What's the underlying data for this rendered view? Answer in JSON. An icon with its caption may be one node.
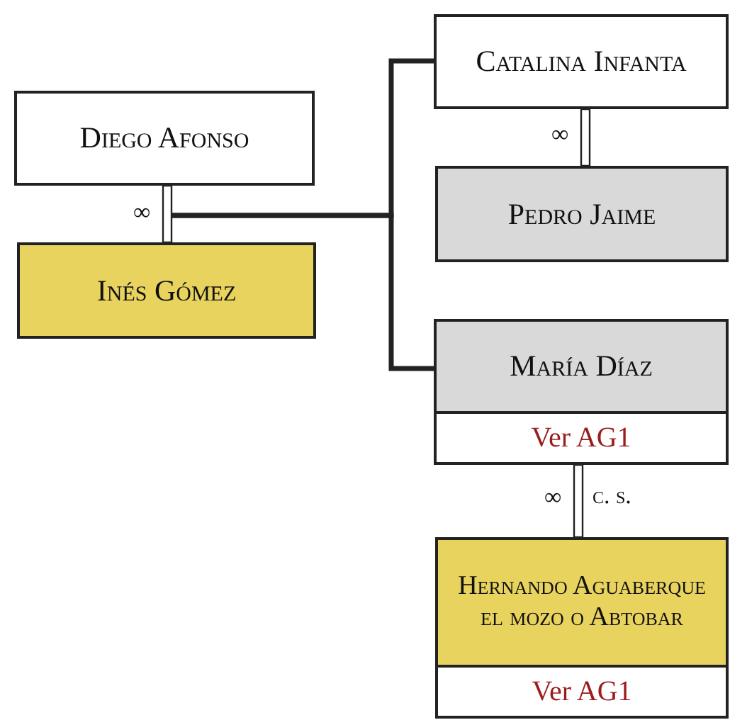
{
  "diagram": {
    "nodes": [
      {
        "text": [
          "Diego Afonso"
        ]
      },
      {
        "text": [
          "Inés Gómez"
        ]
      },
      {
        "text": [
          "Catalina Infanta"
        ]
      },
      {
        "text": [
          "Pedro Jaime"
        ]
      },
      {
        "text": [
          "María Díaz",
          "Ver AG1"
        ]
      },
      {
        "text": [
          "Hernando Aguaberque el mozo o Abtobar",
          "Ver AG1"
        ]
      }
    ],
    "edges": [
      {
        "from": 0,
        "to": 1,
        "arrow": "none",
        "label": "∞"
      },
      {
        "from": 0,
        "to": 2,
        "arrow": "none"
      },
      {
        "from": 0,
        "to": 4,
        "arrow": "none"
      },
      {
        "from": 2,
        "to": 3,
        "arrow": "none",
        "label": "∞"
      },
      {
        "from": 4,
        "to": 5,
        "arrow": "none",
        "label": "∞"
      }
    ],
    "labels": [
      "c. s."
    ]
  }
}
